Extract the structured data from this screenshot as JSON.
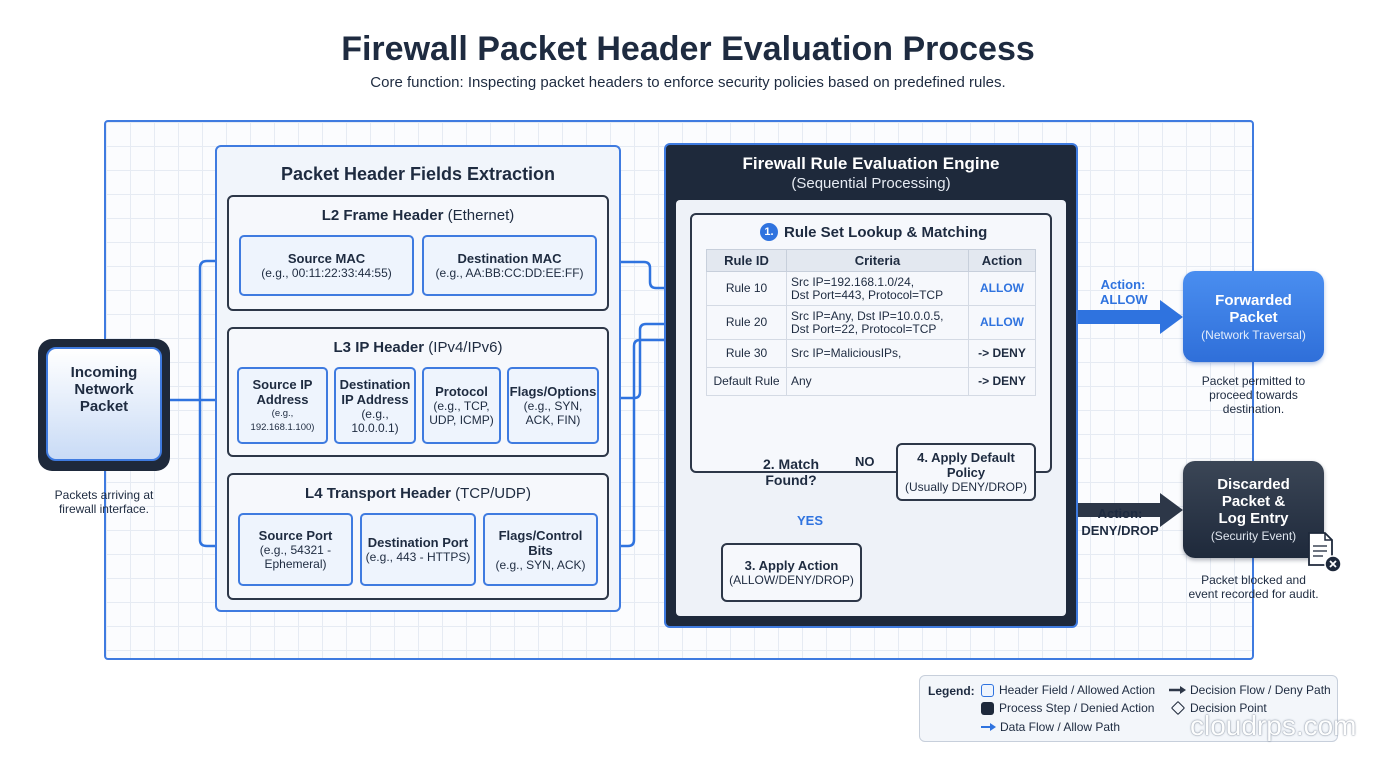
{
  "title": "Firewall Packet Header Evaluation Process",
  "subtitle": "Core function: Inspecting packet headers to enforce security policies based on predefined rules.",
  "incoming": {
    "label_line1": "Incoming",
    "label_line2": "Network",
    "label_line3": "Packet",
    "caption_line1": "Packets arriving at",
    "caption_line2": "firewall interface."
  },
  "extraction": {
    "title": "Packet Header Fields Extraction",
    "l2": {
      "title_bold": "L2 Frame Header",
      "title_rest": " (Ethernet)",
      "fields": [
        {
          "name": "Source MAC",
          "example": "(e.g., 00:11:22:33:44:55)"
        },
        {
          "name": "Destination MAC",
          "example": "(e.g., AA:BB:CC:DD:EE:FF)"
        }
      ]
    },
    "l3": {
      "title_bold": "L3 IP Header",
      "title_rest": " (IPv4/IPv6)",
      "fields": [
        {
          "name": "Source IP Address",
          "example": "(e.g., 192.168.1.100)"
        },
        {
          "name": "Destination IP Address",
          "example": "(e.g., 10.0.0.1)"
        },
        {
          "name": "Protocol",
          "example": "(e.g., TCP, UDP, ICMP)"
        },
        {
          "name": "Flags/Options",
          "example": "(e.g., SYN, ACK, FIN)"
        }
      ]
    },
    "l4": {
      "title_bold": "L4 Transport Header",
      "title_rest": " (TCP/UDP)",
      "fields": [
        {
          "name": "Source Port",
          "example": "(e.g., 54321 - Ephemeral)"
        },
        {
          "name": "Destination Port",
          "example": "(e.g., 443 - HTTPS)"
        },
        {
          "name": "Flags/Control Bits",
          "example": "(e.g., SYN, ACK)"
        }
      ]
    }
  },
  "engine": {
    "title": "Firewall Rule Evaluation Engine",
    "subtitle": "(Sequential Processing)",
    "ruleset": {
      "step_number": "1.",
      "title": "Rule Set Lookup & Matching",
      "headers": [
        "Rule ID",
        "Criteria",
        "Action"
      ],
      "rows": [
        {
          "id": "Rule 10",
          "criteria_1": "Src IP=192.168.1.0/24,",
          "criteria_2": "Dst Port=443, Protocol=TCP",
          "action": "ALLOW"
        },
        {
          "id": "Rule 20",
          "criteria_1": "Src IP=Any, Dst IP=10.0.0.5,",
          "criteria_2": "Dst Port=22, Protocol=TCP",
          "action": "ALLOW"
        },
        {
          "id": "Rule 30",
          "criteria_1": "Src IP=MaliciousIPs,",
          "criteria_2": "",
          "action": "-> DENY"
        },
        {
          "id": "Default Rule",
          "criteria_1": "Any",
          "criteria_2": "",
          "action": "-> DENY"
        }
      ]
    },
    "decision": {
      "line1": "2. Match",
      "line2": "Found?",
      "no_label": "NO",
      "yes_label": "YES"
    },
    "default_policy": {
      "title": "4. Apply Default Policy",
      "sub": "(Usually DENY/DROP)"
    },
    "apply_action": {
      "title": "3. Apply Action",
      "sub": "(ALLOW/DENY/DROP)"
    }
  },
  "outcomes": {
    "allow_label_1": "Action:",
    "allow_label_2": "ALLOW",
    "deny_label_1": "Action:",
    "deny_label_2": "DENY/DROP",
    "forwarded": {
      "line1": "Forwarded",
      "line2": "Packet",
      "sub": "(Network Traversal)",
      "caption_1": "Packet permitted to",
      "caption_2": "proceed towards",
      "caption_3": "destination."
    },
    "discarded": {
      "line1": "Discarded",
      "line2": "Packet &",
      "line3": "Log Entry",
      "sub": "(Security Event)",
      "caption_1": "Packet blocked and",
      "caption_2": "event recorded for audit."
    }
  },
  "legend": {
    "title": "Legend:",
    "items": [
      {
        "label": "Header Field / Allowed Action",
        "icon": "light-box-icon"
      },
      {
        "label": "Process Step / Denied Action",
        "icon": "dark-box-icon"
      },
      {
        "label": "Data Flow / Allow Path",
        "icon": "blue-arrow-icon"
      },
      {
        "label": "Decision Flow / Deny Path",
        "icon": "dark-arrow-icon"
      },
      {
        "label": "Decision Point",
        "icon": "diamond-icon"
      }
    ]
  },
  "watermark": "cloudrps.com",
  "colors": {
    "accent_blue": "#2f73df",
    "dark_navy": "#1e293b",
    "panel_bg": "#f1f5fb"
  }
}
